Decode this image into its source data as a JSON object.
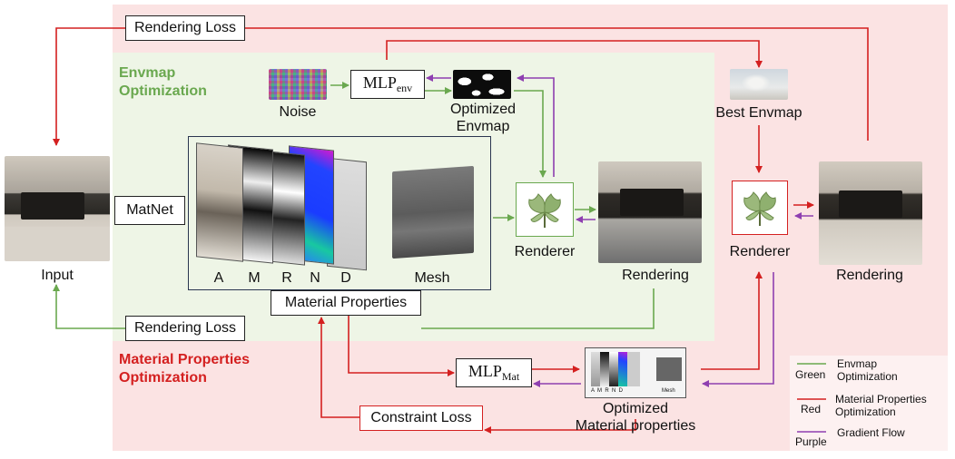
{
  "labels": {
    "rendering_loss_top": "Rendering Loss",
    "rendering_loss_bottom": "Rendering Loss",
    "envmap_title_1": "Envmap",
    "envmap_title_2": "Optimization",
    "noise": "Noise",
    "mlp_env_base": "MLP",
    "mlp_env_sub": "env",
    "optimized_envmap_1": "Optimized",
    "optimized_envmap_2": "Envmap",
    "best_envmap": "Best Envmap",
    "input": "Input",
    "matnet": "MatNet",
    "layer_a": "A",
    "layer_m": "M",
    "layer_r": "R",
    "layer_n": "N",
    "layer_d": "D",
    "mesh": "Mesh",
    "material_properties": "Material Properties",
    "renderer_1": "Renderer",
    "renderer_2": "Renderer",
    "rendering_1": "Rendering",
    "rendering_2": "Rendering",
    "matprop_title_1": "Material Properties",
    "matprop_title_2": "Optimization",
    "mlp_mat_base": "MLP",
    "mlp_mat_sub": "Mat",
    "constraint_loss": "Constraint Loss",
    "optimized_mat_1": "Optimized",
    "optimized_mat_2": "Material properties",
    "thumb_letters": "A  M  R  N  D",
    "thumb_mesh": "Mesh"
  },
  "legend": [
    {
      "key": "Green",
      "desc_1": "Envmap",
      "desc_2": "Optimization",
      "color": "#6aa84f"
    },
    {
      "key": "Red",
      "desc_1": "Material Properties",
      "desc_2": "Optimization",
      "color": "#d42020"
    },
    {
      "key": "Purple",
      "desc_1": "Gradient Flow",
      "desc_2": "",
      "color": "#8e3fb0"
    }
  ],
  "colors": {
    "pink_region": "#fbe3e3",
    "green_region": "#eef5e6",
    "green": "#6aa84f",
    "red": "#d42020",
    "purple": "#8e3fb0"
  }
}
